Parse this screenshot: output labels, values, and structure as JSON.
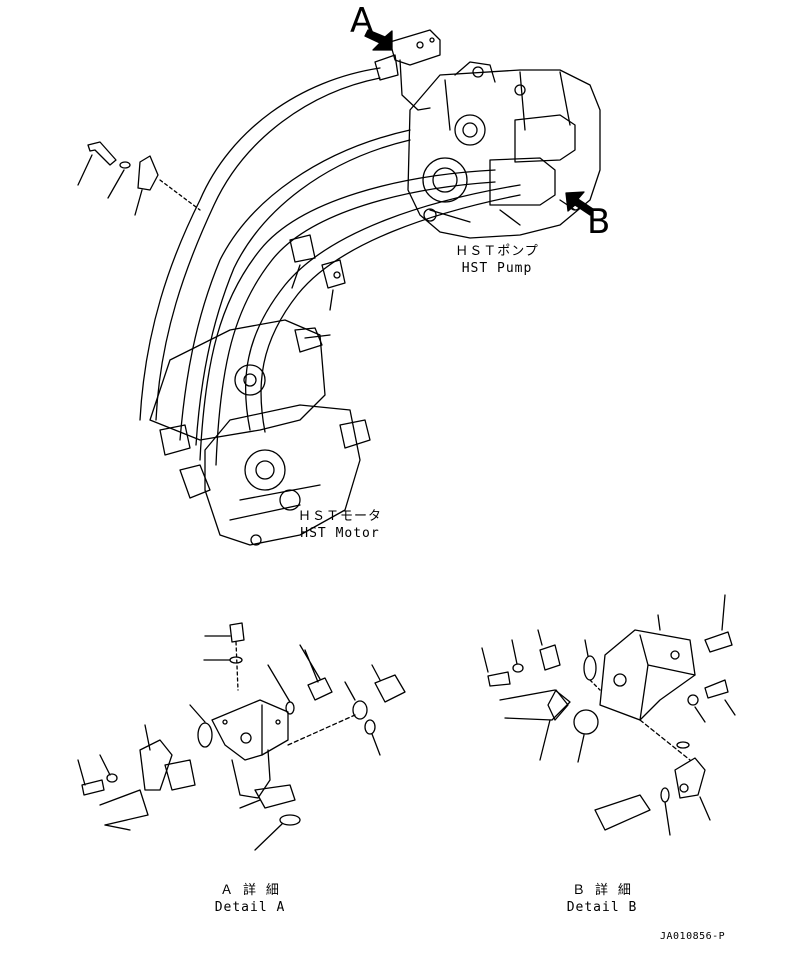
{
  "labels": {
    "view_a": "A",
    "view_b": "B"
  },
  "components": {
    "pump": {
      "jp": "ＨＳＴポンプ",
      "en": "HST Pump"
    },
    "motor": {
      "jp": "ＨＳＴモータ",
      "en": "HST Motor"
    }
  },
  "details": {
    "a": {
      "jp": "Ａ 詳 細",
      "en": "Detail A"
    },
    "b": {
      "jp": "Ｂ 詳 細",
      "en": "Detail B"
    }
  },
  "drawing_code": "JA010856-P",
  "colors": {
    "line": "#000000",
    "background": "#ffffff"
  }
}
